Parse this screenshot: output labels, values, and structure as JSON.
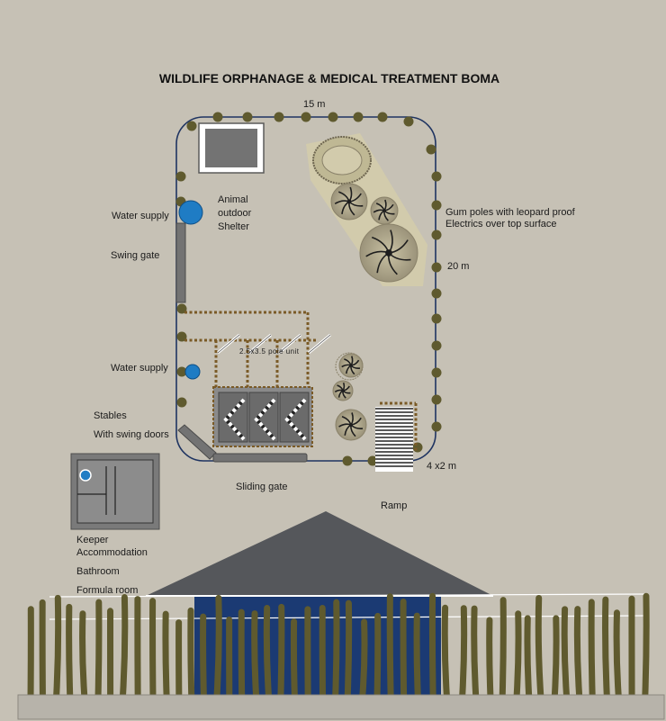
{
  "title": "WILDLIFE ORPHANAGE & MEDICAL TREATMENT  BOMA",
  "dimensions": {
    "width_label": "15 m",
    "length_label": "20 m",
    "unit_label": "2.5x3.5 pole unit",
    "ramp_size_label": "4 x2 m"
  },
  "labels": {
    "animal_outdoor_shelter": [
      "Animal",
      "outdoor",
      "Shelter"
    ],
    "water_supply_top": "Water supply",
    "swing_gate": "Swing gate",
    "water_supply_bottom": "Water supply",
    "stables": "Stables",
    "stables_doors": "With swing doors",
    "gum_poles": [
      "Gum poles with leopard proof",
      "Electrics over top surface"
    ],
    "sliding_gate": "Sliding gate",
    "ramp": "Ramp",
    "keeper_accommodation": [
      "Keeper",
      "Accommodation"
    ],
    "bathroom": "Bathroom",
    "formula_room": "Formula room"
  },
  "colors": {
    "background": "#c6c1b5",
    "fence_pole": "#5f5a2e",
    "fence_line": "#1f3461",
    "water": "#1f7cc4",
    "roof": "#55575b",
    "building_front": "#1b3a73",
    "planting_patch": "#d2cbac",
    "structure_grey": "#737373",
    "wire_brown": "#7a5a26"
  }
}
